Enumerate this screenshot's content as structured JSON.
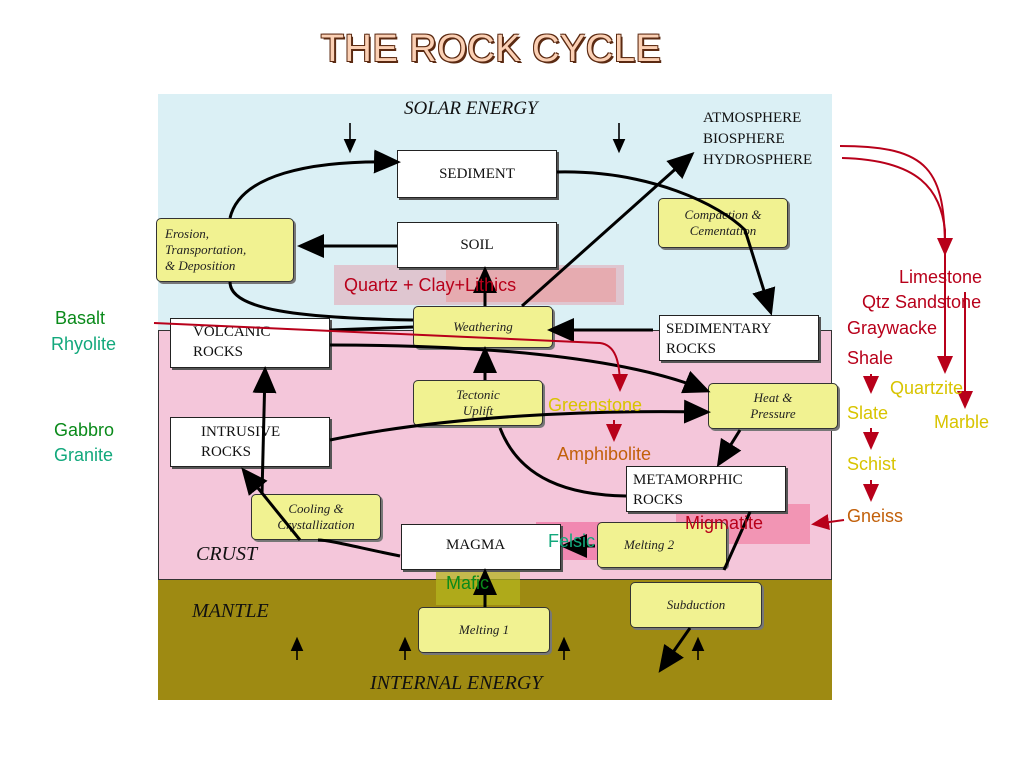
{
  "title": "THE ROCK CYCLE",
  "zones": {
    "solar_energy": "SOLAR ENERGY",
    "crust": "CRUST",
    "mantle": "MANTLE",
    "internal_energy": "INTERNAL ENERGY"
  },
  "boxes": {
    "sediment": "SEDIMENT",
    "soil": "SOIL",
    "volcanic": "VOLCANIC\nROCKS",
    "intrusive": "INTRUSIVE\nROCKS",
    "sedimentary": "SEDIMENTARY\nROCKS",
    "metamorphic": "METAMORPHIC\nROCKS",
    "magma": "MAGMA",
    "atmosphere": "ATMOSPHERE\nBIOSPHERE\nHYDROSPHERE"
  },
  "processes": {
    "erosion": "Erosion,\nTransportation,\n& Deposition",
    "compaction": "Compaction &\nCementation",
    "weathering": "Weathering",
    "tectonic": "Tectonic\nUplift",
    "heat": "Heat &\nPressure",
    "cooling": "Cooling &\nCrystallization",
    "melting2": "Melting 2",
    "subduction": "Subduction",
    "melting1": "Melting 1"
  },
  "annotations": {
    "quartz_clay": "Quartz + Clay+Lithics",
    "basalt": "Basalt",
    "rhyolite": "Rhyolite",
    "gabbro": "Gabbro",
    "granite": "Granite",
    "greenstone": "Greenstone",
    "amphibolite": "Amphibolite",
    "migmatite": "Migmatite",
    "felsic": "Felsic",
    "mafic": "Mafic",
    "limestone": "Limestone",
    "qtz_sandstone": "Qtz Sandstone",
    "graywacke": "Graywacke",
    "shale": "Shale",
    "quartzite": "Quartzite",
    "marble": "Marble",
    "slate": "Slate",
    "schist": "Schist",
    "gneiss": "Gneiss"
  },
  "colors": {
    "solar_zone": "#dbf0f5",
    "crust_zone": "#f4c6da",
    "mantle_zone": "#9e8a12",
    "process_box": "#f1f291",
    "annotation_red": "#b8001a",
    "annotation_green": "#0a8a1a",
    "annotation_teal": "#12a87c",
    "annotation_yellow": "#d8c400",
    "annotation_orange": "#c2600a"
  }
}
